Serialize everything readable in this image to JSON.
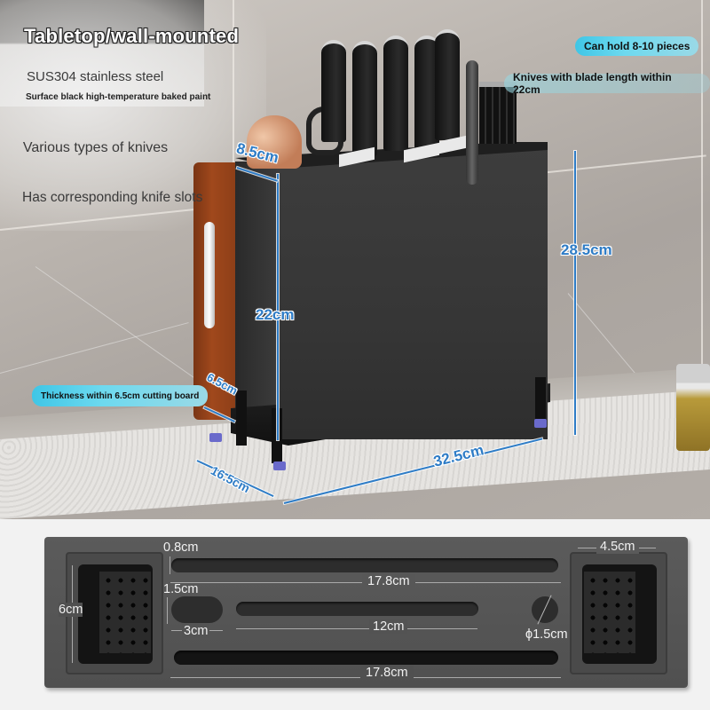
{
  "product_view": {
    "headline": "Tabletop/wall-mounted",
    "material": "SUS304 stainless steel",
    "finish": "Surface black high-temperature baked paint",
    "knife_types": "Various types of knives",
    "knife_slots": "Has corresponding knife slots",
    "capacity_badge": "Can hold 8-10 pieces",
    "blade_length_badge": "Knives with blade length within 22cm",
    "cutting_board_badge": "Thickness within 6.5cm cutting board",
    "dimensions": {
      "top_depth": "8.5cm",
      "body_height": "22cm",
      "total_height": "28.5cm",
      "board_slot": "6.5cm",
      "base_depth": "16.5cm",
      "width": "32.5cm"
    },
    "colors": {
      "dimension_blue": "#2e7cc6",
      "badge_cyan": "#3fc6e6",
      "rack_black": "#363636",
      "board_wood": "#a0481c"
    }
  },
  "top_view": {
    "slot_width": "0.8cm",
    "long_slot_top": "17.8cm",
    "oval_height": "1.5cm",
    "oval_width": "3cm",
    "middle_slot": "12cm",
    "round_hole": "ϕ1.5cm",
    "long_slot_bottom": "17.8cm",
    "cup_height": "6cm",
    "cup_width": "4.5cm"
  }
}
